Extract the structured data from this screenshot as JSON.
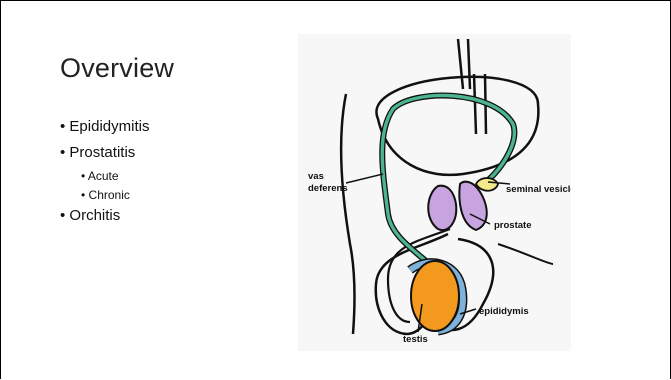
{
  "slide": {
    "title": "Overview",
    "bullets": [
      {
        "text": "• Epididymitis"
      },
      {
        "text": "• Prostatitis",
        "sub": [
          "• Acute",
          "• Chronic"
        ]
      },
      {
        "text": "• Orchitis"
      }
    ]
  },
  "figure": {
    "labels": {
      "vas_deferens_1": "vas",
      "vas_deferens_2": "deferens",
      "seminal_vesicles": "seminal vesicles",
      "prostate": "prostate",
      "epididymis": "epididymis",
      "testis": "testis"
    },
    "colors": {
      "vas_deferens": "#4cb58e",
      "prostate": "#c7a3e0",
      "seminal_vesicles": "#f3e98a",
      "testis": "#f39a1e",
      "epididymis": "#7fb2d9"
    }
  }
}
